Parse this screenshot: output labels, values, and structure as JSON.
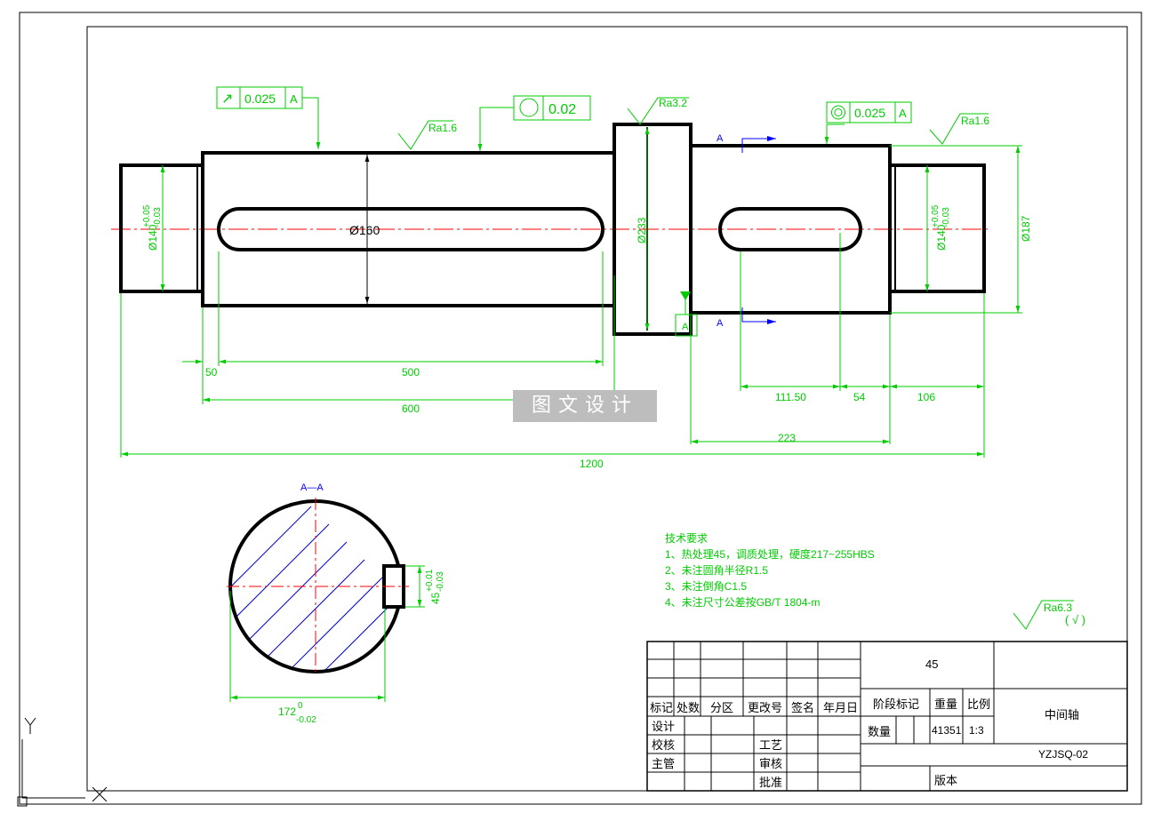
{
  "shaft": {
    "dia_160": "Ø160",
    "dia_233": "Ø233",
    "dia_187": "Ø187",
    "dia_140_left": "Ø140",
    "dia_140_left_tol_upper": "+0.05",
    "dia_140_left_tol_lower": "-0.03",
    "dia_140_right": "Ø140",
    "dia_140_right_tol_upper": "+0.05",
    "dia_140_right_tol_lower": "-0.03"
  },
  "tolerances": {
    "runout": {
      "symbol": "↗",
      "value": "0.025",
      "datum": "A"
    },
    "circularity": {
      "symbol": "○",
      "value": "0.02"
    },
    "concentricity": {
      "symbol": "◎",
      "value": "0.025",
      "datum": "A"
    },
    "datum_label": "A"
  },
  "roughness": {
    "ra_1_6_a": "Ra1.6",
    "ra_3_2": "Ra3.2",
    "ra_1_6_b": "Ra1.6",
    "ra_6_3": "Ra6.3",
    "ra_6_3_suffix": "( √ )"
  },
  "section_marks": {
    "top": "A",
    "bottom": "A",
    "title": "A—A"
  },
  "dimensions": {
    "d50": "50",
    "d500": "500",
    "d600": "600",
    "d111_50": "111.50",
    "d54": "54",
    "d106": "106",
    "d223": "223",
    "d1200": "1200",
    "d172": "172",
    "d172_tol_upper": "0",
    "d172_tol_lower": "-0.02",
    "d45": "45",
    "d45_tol_upper": "+0.01",
    "d45_tol_lower": "-0.03"
  },
  "watermark": "图文设计",
  "tech_requirements": {
    "title": "技术要求",
    "items": [
      "1、热处理45，调质处理，硬度217~255HBS",
      "2、未注圆角半径R1.5",
      "3、未注倒角C1.5",
      "4、未注尺寸公差按GB/T 1804-m"
    ]
  },
  "title_block": {
    "material": "45",
    "headers": [
      "标记",
      "处数",
      "分区",
      "更改号",
      "签名",
      "年月日"
    ],
    "row_design": "设计",
    "row_check": "校核",
    "row_supervisor": "主管",
    "craft": "工艺",
    "review": "审核",
    "approve": "批准",
    "stage_mark": "阶段标记",
    "weight": "重量",
    "scale": "比例",
    "quantity": "数量",
    "weight_value": "41351",
    "scale_value": "1:3",
    "part_name": "中间轴",
    "drawing_number": "YZJSQ-02",
    "version": "版本"
  },
  "ucs": {
    "y": "Y",
    "x": "X"
  },
  "colors": {
    "outline": "#000000",
    "dimension": "#00cc00",
    "centerline": "#ff0000",
    "hatch": "#0000cc",
    "section_mark": "#0000ff"
  }
}
